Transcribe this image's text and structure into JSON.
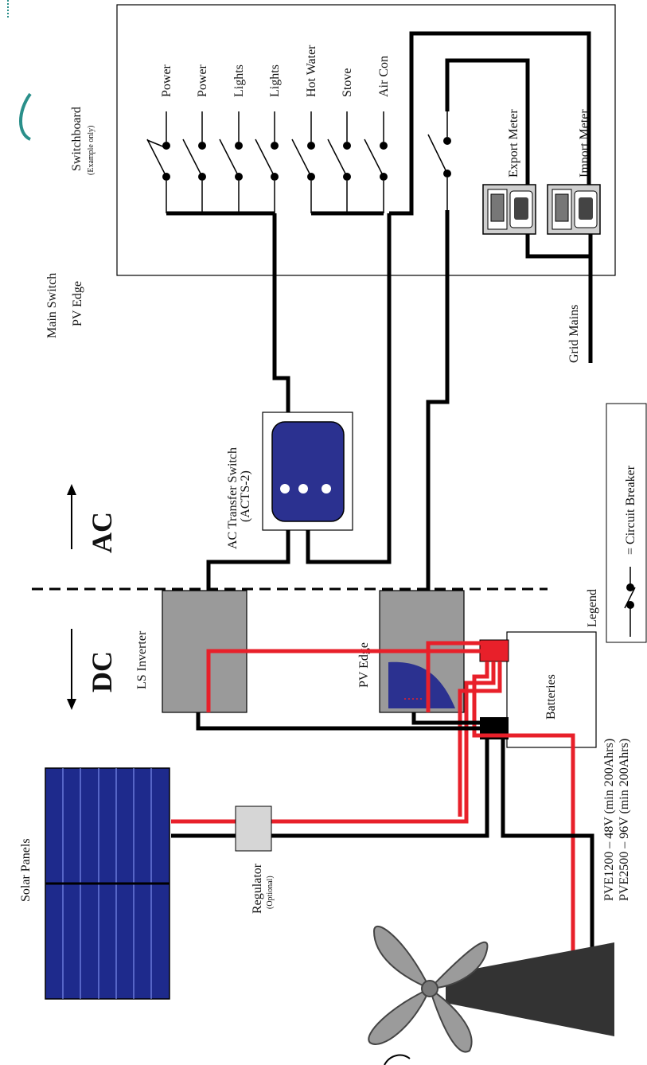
{
  "switchboard": {
    "title": "Switchboard",
    "subtitle": "(Example only)",
    "circuits": [
      "Power",
      "Power",
      "Lights",
      "Lights",
      "Hot Water",
      "Stove",
      "Air Con"
    ],
    "export_meter": "Export Meter",
    "import_meter": "Import Meter",
    "grid_mains": "Grid Mains"
  },
  "notes": {
    "main_switch": "Main Switch",
    "pv_edge": "PV Edge"
  },
  "acts": {
    "title": "AC Transfer Switch",
    "model": "(ACTS-2)"
  },
  "boundary": {
    "ac": "AC",
    "dc": "DC"
  },
  "components": {
    "ls_inverter": "LS Inverter",
    "pv_edge": "PV Edge",
    "batteries": "Batteries",
    "regulator": "Regulator",
    "regulator_note": "(Optional)",
    "solar_panels": "Solar Panels"
  },
  "battery_specs": [
    "PVE1200 – 48V (min 200Ahrs)",
    "PVE2500 – 96V (min 200Ahrs)"
  ],
  "legend": {
    "title": "Legend",
    "breaker": "= Circuit Breaker"
  },
  "colors": {
    "positive_wire": "#e8202a",
    "negative_wire": "#000000",
    "inverter_box": "#9a9a9a",
    "acts_panel": "#2b3190",
    "solar_cell": "#1e2a8c",
    "turbine": "#9b9b9b"
  }
}
